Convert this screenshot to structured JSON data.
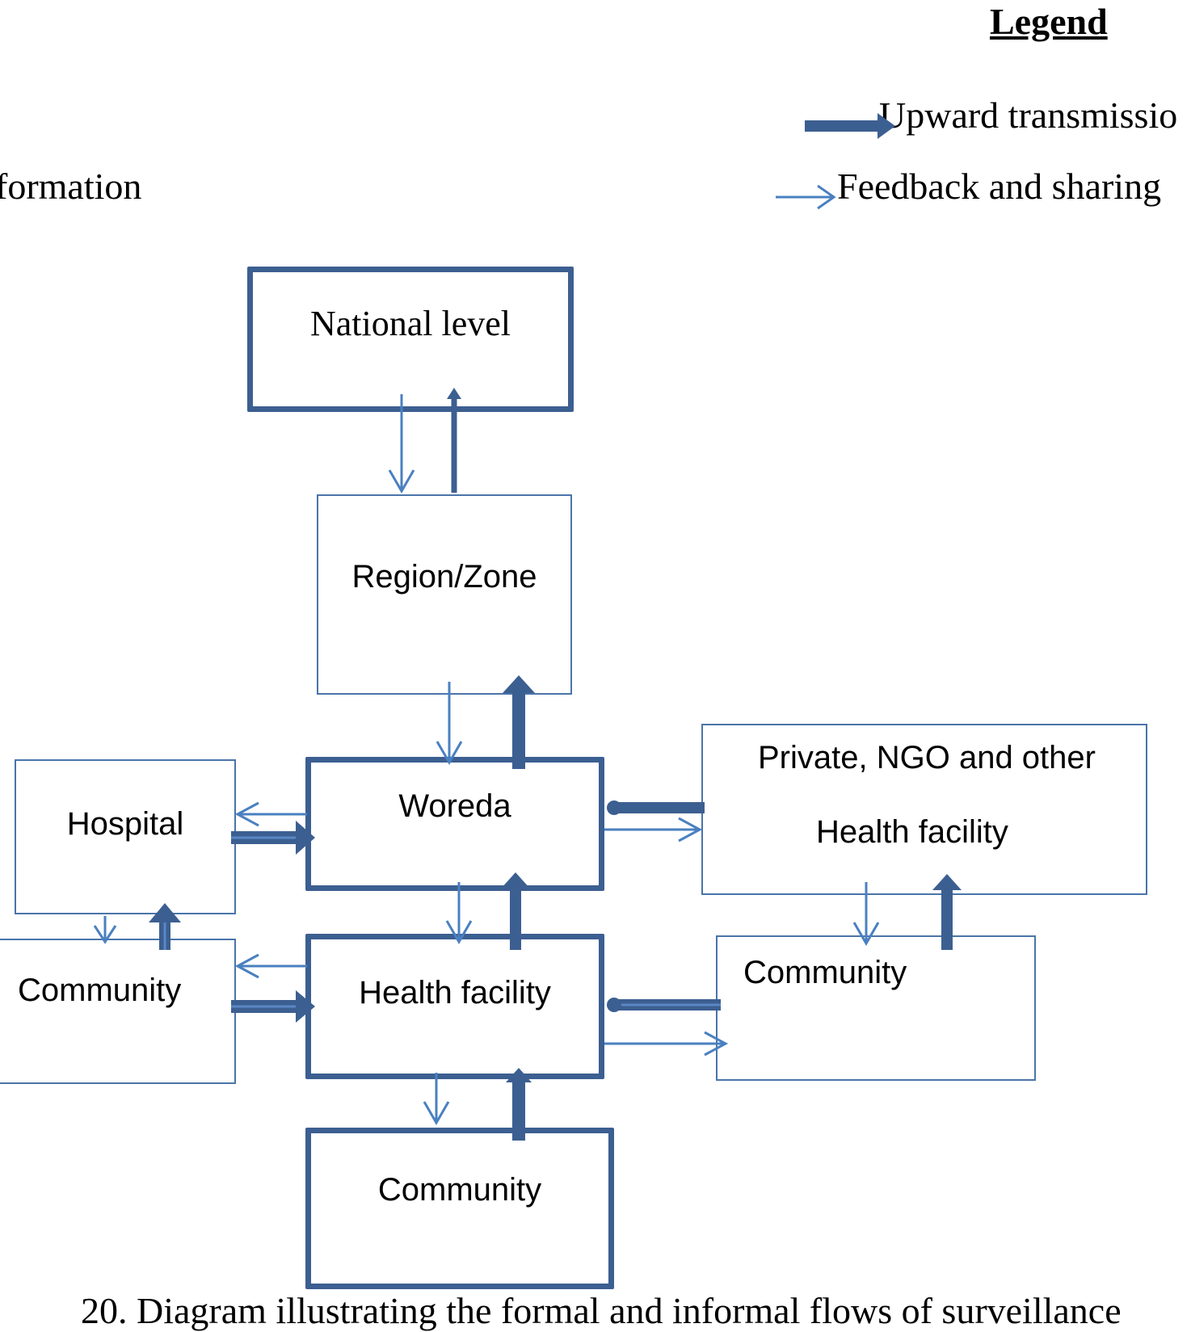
{
  "legend": {
    "title": "Legend",
    "upward_label": "Upward transmissio",
    "feedback_label": "Feedback and sharing",
    "left_fragment": "formation"
  },
  "nodes": {
    "national": "National level",
    "region": "Region/Zone",
    "woreda": "Woreda",
    "hospital": "Hospital",
    "community_left": "Community",
    "health_facility": "Health facility",
    "private_line1": "Private, NGO and other",
    "private_line2": "Health facility",
    "community_right": "Community",
    "community_bottom": "Community"
  },
  "caption_fragment": "20.  Diagram illustrating the formal and informal flows of surveillance"
}
